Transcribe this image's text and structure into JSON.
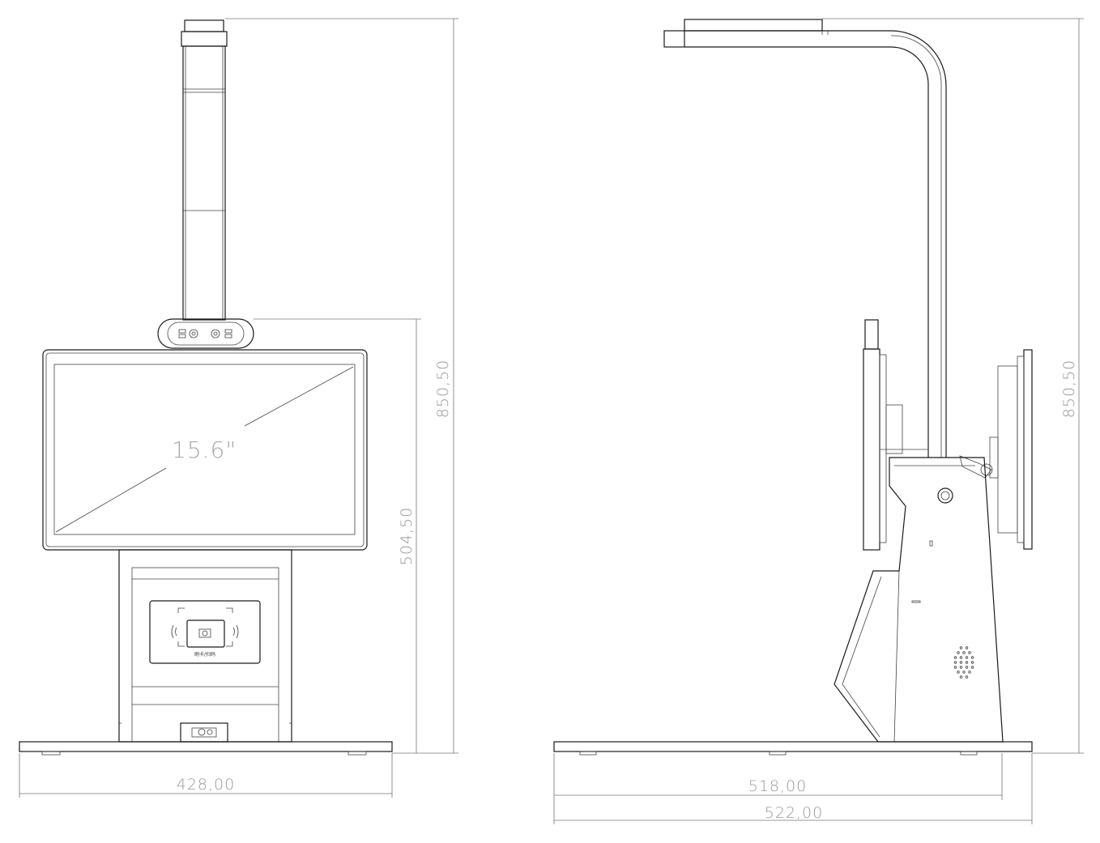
{
  "colors": {
    "line": "#1a1a1a",
    "dimension": "#9a9a9a",
    "background": "#ffffff"
  },
  "front_view": {
    "screen_size": "15.6\"",
    "reader_label": "刷卡/扫码",
    "dim_width": "428,00",
    "dim_total_height": "850,50",
    "dim_body_height": "504,50"
  },
  "side_view": {
    "dim_total_height": "850,50",
    "dim_inner_width": "518,00",
    "dim_outer_width": "522,00"
  }
}
